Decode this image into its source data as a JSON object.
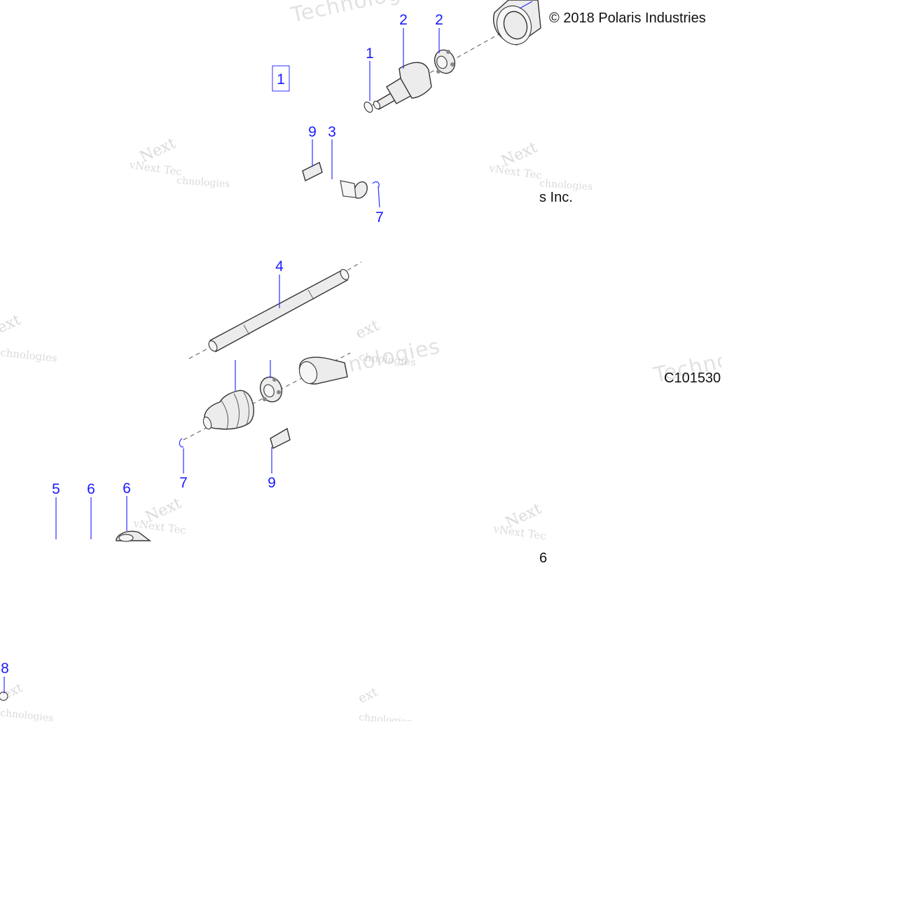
{
  "copyright": "© 2018 Polaris Industries",
  "copyright_fragment": "s Inc.",
  "figure_code": "C101530",
  "stray_label": "6",
  "watermark": {
    "brand": "vNext Technologies",
    "technologies_word": "Technologies",
    "technologies_fragment": "chnologies",
    "next_fragment": "Next",
    "ext_fragment": "ext",
    "tec_fragment": "vNext Tec"
  },
  "callouts": {
    "c1_box": "1",
    "c1": "1",
    "c2a": "2",
    "c2b": "2",
    "c3": "3",
    "c4": "4",
    "c5": "5",
    "c6a": "6",
    "c6b": "6",
    "c7a": "7",
    "c7b": "7",
    "c8": "8",
    "c9a": "9",
    "c9b": "9"
  },
  "colors": {
    "callout": "#1a1aff",
    "part_stroke": "#333333",
    "watermark": "#bcbcbc"
  }
}
